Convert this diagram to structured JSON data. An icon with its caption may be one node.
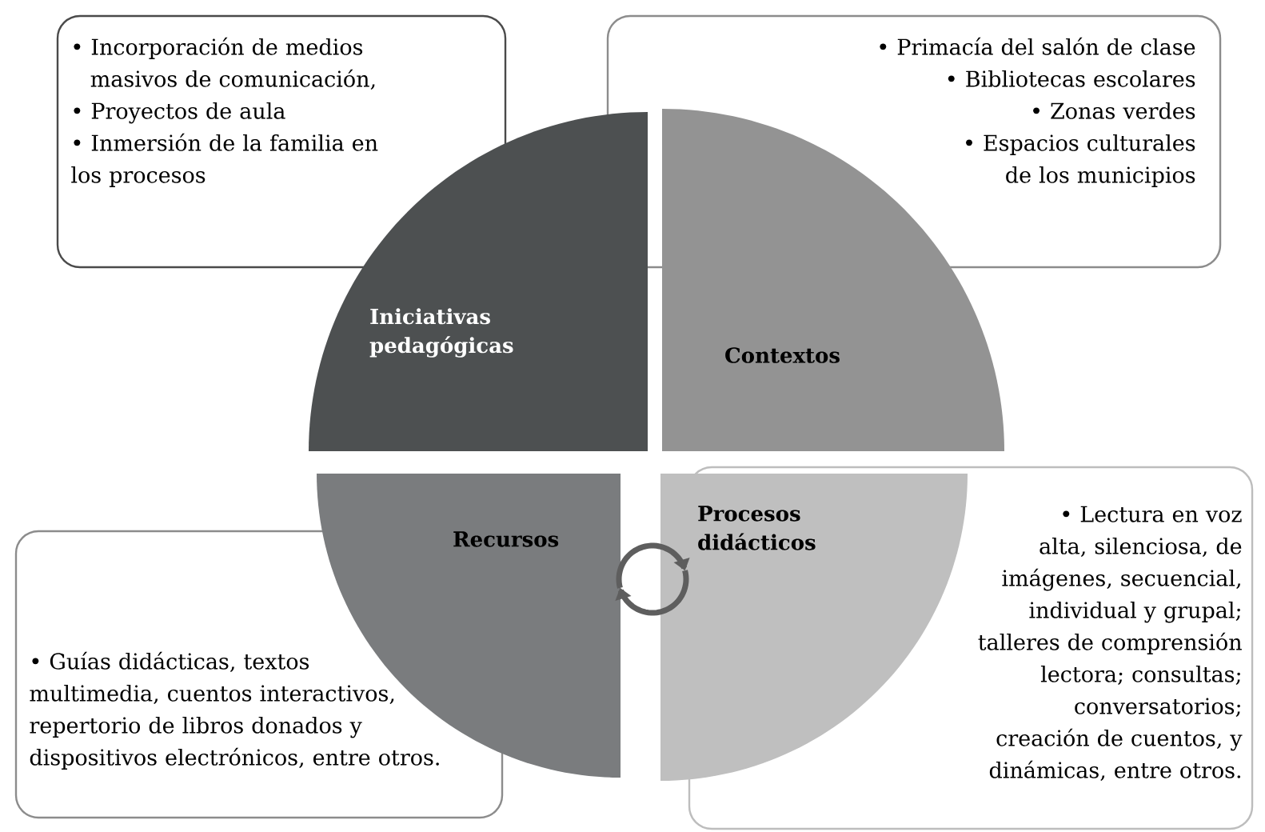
{
  "diagram": {
    "nodes": [
      {
        "text": [
          "• Incorporación de medios masivos de comunicación,",
          "• Proyectos de aula",
          "• Inmersión de la familia en los procesos"
        ]
      },
      {
        "text": [
          "• Primacía del salón de clase",
          "• Bibliotecas escolares",
          "• Zonas verdes",
          "• Espacios culturales de los municipios"
        ]
      },
      {
        "text": [
          "Iniciativas pedagógicas"
        ]
      },
      {
        "text": [
          "Contextos"
        ]
      },
      {
        "text": [
          "Recursos"
        ]
      },
      {
        "text": [
          "Procesos didácticos"
        ]
      },
      {
        "text": [
          "• Guías didácticas, textos multimedia, cuentos interactivos, repertorio de libros donados y dispositivos electrónicos, entre otros."
        ]
      },
      {
        "text": [
          "• Lectura en voz alta, silenciosa, de imágenes, secuencial, individual y grupal; talleres de comprensión lectora; consultas; conversatorios; creación de cuentos, y dinámicas, entre otros."
        ]
      }
    ]
  }
}
